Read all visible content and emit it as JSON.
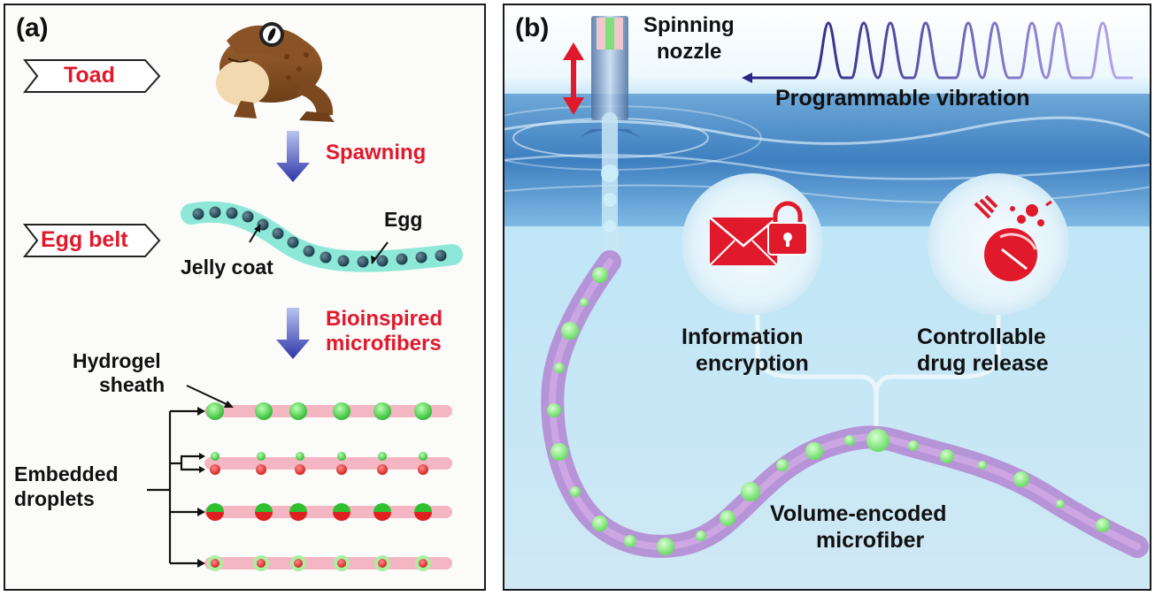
{
  "panel_a": {
    "label": "(a)",
    "toad_tag": "Toad",
    "egg_belt_tag": "Egg belt",
    "spawning": "Spawning",
    "egg": "Egg",
    "jelly_coat": "Jelly coat",
    "bioinspired_line1": "Bioinspired",
    "bioinspired_line2": "microfibers",
    "hydrogel_line1": "Hydrogel",
    "hydrogel_line2": "sheath",
    "embedded_line1": "Embedded",
    "embedded_line2": "droplets"
  },
  "panel_b": {
    "label": "(b)",
    "nozzle_line1": "Spinning",
    "nozzle_line2": "nozzle",
    "vibration": "Programmable vibration",
    "info_line1": "Information",
    "info_line2": "encryption",
    "drug_line1": "Controllable",
    "drug_line2": "drug release",
    "fiber_line1": "Volume-encoded",
    "fiber_line2": "microfiber"
  },
  "colors": {
    "accent_red": "#e0192b",
    "arrow_blue": "#3a3fb0",
    "fiber_pink": "#f4b6c2",
    "droplet_green": "#4fd64f",
    "water": "#cfe9f6",
    "fiber_violet": "#b07fd0"
  }
}
